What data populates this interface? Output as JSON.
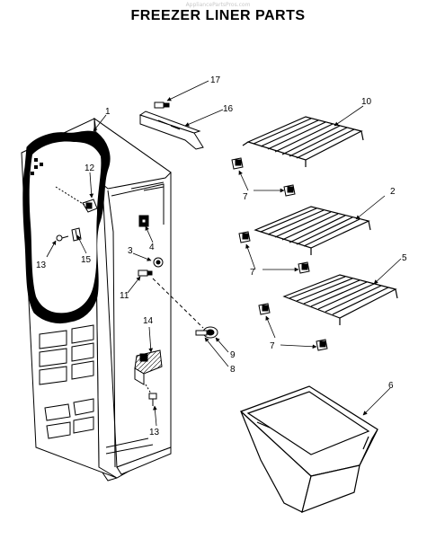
{
  "watermark": "AppliancePartsPros.com",
  "title": "FREEZER LINER PARTS",
  "callouts": {
    "c1": "1",
    "c2": "2",
    "c3": "3",
    "c4": "4",
    "c5": "5",
    "c6": "6",
    "c7a": "7",
    "c7b": "7",
    "c7c": "7",
    "c8": "8",
    "c9": "9",
    "c10": "10",
    "c11": "11",
    "c12": "12",
    "c13a": "13",
    "c13b": "13",
    "c14": "14",
    "c15": "15",
    "c16": "16",
    "c17": "17"
  }
}
